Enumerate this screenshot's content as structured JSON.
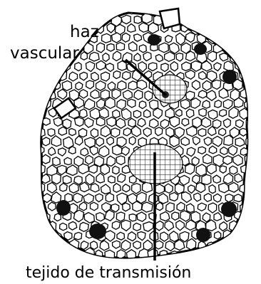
{
  "diagram": {
    "labels": {
      "vascular_bundle_line1": "haz",
      "vascular_bundle_line2": "vascular",
      "transmission_tissue": "tejido de transmisión"
    },
    "colors": {
      "background": "#ffffff",
      "cell_wall": "#000000",
      "cell_fill": "#ffffff",
      "dark_cells": "#111111"
    }
  }
}
